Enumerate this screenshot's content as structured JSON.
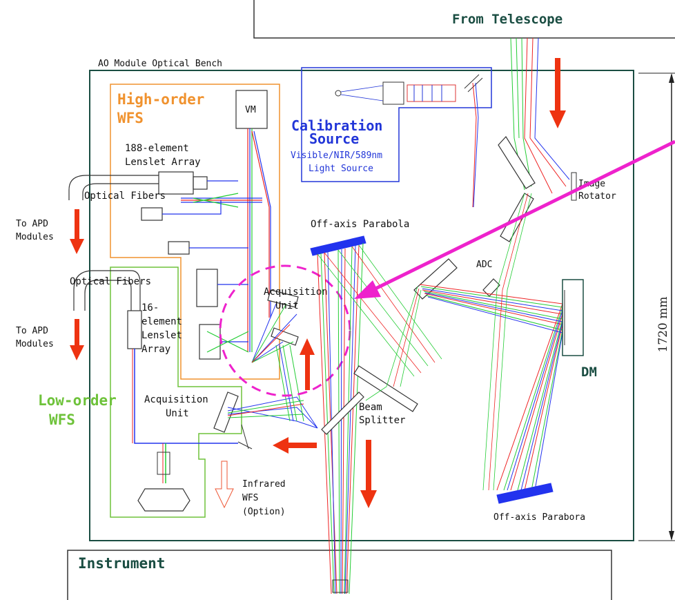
{
  "labels": {
    "from_telescope": "From Telescope",
    "bench_title": "AO Module Optical Bench",
    "high_order_wfs_line1": "High-order",
    "high_order_wfs_line2": "WFS",
    "vm": "VM",
    "lenslet_188_line1": "188-element",
    "lenslet_188_line2": "Lenslet Array",
    "optical_fibers_top": "Optical Fibers",
    "to_apd_top_line1": "To APD",
    "to_apd_top_line2": "Modules",
    "optical_fibers_bottom": "Optical Fibers",
    "to_apd_bottom_line1": "To APD",
    "to_apd_bottom_line2": "Modules",
    "lenslet_16_line1": "16-",
    "lenslet_16_line2": "element",
    "lenslet_16_line3": "Lenslet",
    "lenslet_16_line4": "Array",
    "calibration_line1": "Calibration",
    "calibration_line2": "Source",
    "calibration_line3": "Visible/NIR/589nm",
    "calibration_line4": "Light Source",
    "image_rotator_line1": "Image",
    "image_rotator_line2": "Rotator",
    "off_axis_parabola": "Off-axis Parabola",
    "acquisition_unit_upper_line1": "Acquisition",
    "acquisition_unit_upper_line2": "Unit",
    "adc": "ADC",
    "dm": "DM",
    "dimension": "1720 mm",
    "low_order_wfs_line1": "Low-order",
    "low_order_wfs_line2": "WFS",
    "acquisition_unit_lower_line1": "Acquisition",
    "acquisition_unit_lower_line2": "Unit",
    "beam_splitter_line1": "Beam",
    "beam_splitter_line2": "Splitter",
    "infrared_wfs_line1": "Infrared",
    "infrared_wfs_line2": "WFS",
    "infrared_wfs_line3": "(Option)",
    "off_axis_parabora": "Off-axis Parabora",
    "instrument": "Instrument"
  },
  "colors": {
    "bench": "#1a4d42",
    "high_order": "#f0922e",
    "low_order": "#6ec23a",
    "calibration": "#2236d8",
    "arrow_red": "#ee3311",
    "pointer_magenta": "#ee22cc",
    "ray_red": "#ee2222",
    "ray_green": "#22cc33",
    "ray_blue": "#2233ee"
  },
  "icons": {
    "down_arrow": "red-arrow-down-icon",
    "up_arrow": "red-arrow-up-icon",
    "left_arrow": "red-arrow-left-icon",
    "hollow_arrow": "hollow-arrow-down-icon",
    "pointer": "magenta-pointer-arrow-icon"
  }
}
